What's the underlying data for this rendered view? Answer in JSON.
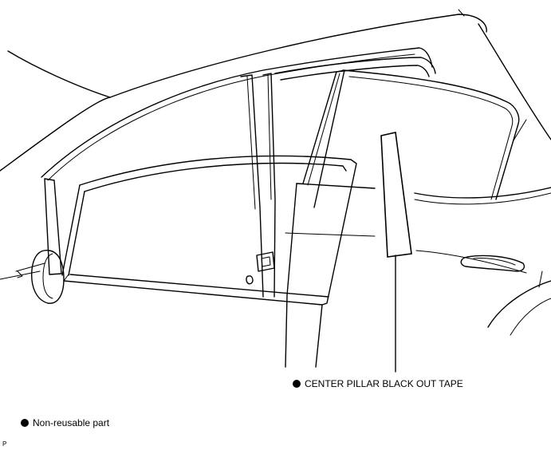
{
  "callout": {
    "marker_icon": "filled-circle-icon",
    "label": "CENTER PILLAR BLACK OUT TAPE"
  },
  "legend": {
    "marker_icon": "filled-circle-icon",
    "label": "Non-reusable part"
  },
  "corner_mark": "P"
}
